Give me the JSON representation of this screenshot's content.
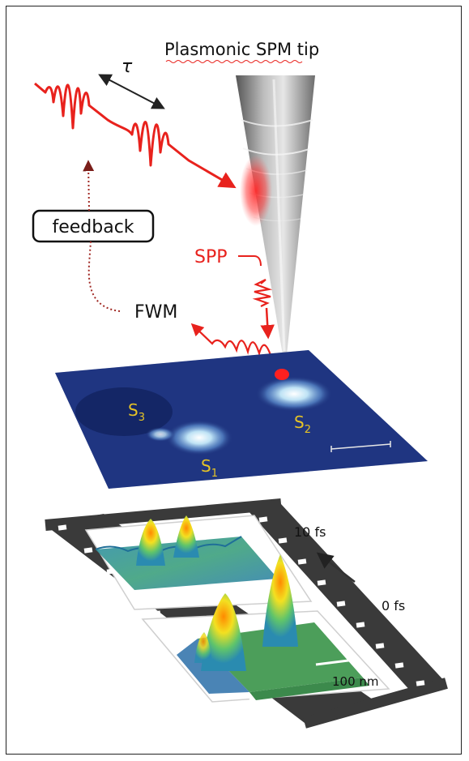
{
  "labels": {
    "tip": "Plasmonic SPM tip",
    "tau": "τ",
    "feedback": "feedback",
    "spp": "SPP",
    "fwm": "FWM",
    "s1": "S",
    "s1_sub": "1",
    "s2": "S",
    "s2_sub": "2",
    "s3": "S",
    "s3_sub": "3",
    "t_top": "10 fs",
    "t_bottom": "0 fs",
    "scale_bar": "100 nm"
  },
  "colors": {
    "pulse_red": "#e8221d",
    "dotted_red": "#a12a25",
    "sample_blue": "#1b2e78",
    "tip_gray": "#8a8a8a",
    "film_dark": "#3a3a3a"
  },
  "icons": {
    "arrow": "double-headed-arrow",
    "film": "film-strip"
  }
}
